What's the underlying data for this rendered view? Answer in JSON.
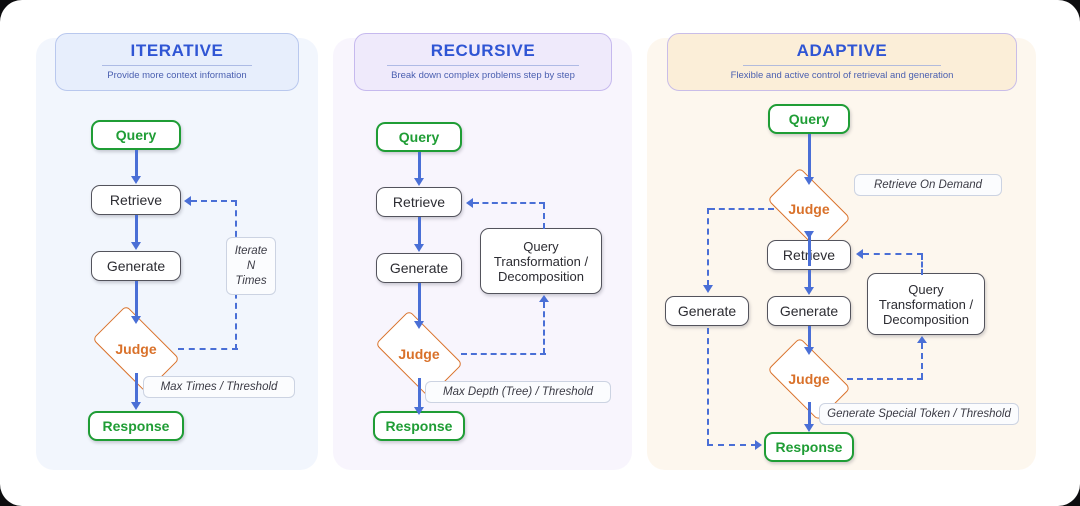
{
  "diagram": {
    "title_visible": false,
    "panels": [
      {
        "id": "iterative",
        "header": {
          "title": "ITERATIVE",
          "subtitle": "Provide more context information"
        },
        "nodes": {
          "query": "Query",
          "retrieve": "Retrieve",
          "generate": "Generate",
          "judge": "Judge",
          "response": "Response"
        },
        "captions": {
          "loop": "Iterate\nN\nTimes",
          "loop_line1": "Iterate",
          "loop_line2": "N",
          "loop_line3": "Times",
          "exit": "Max Times / Threshold"
        }
      },
      {
        "id": "recursive",
        "header": {
          "title": "RECURSIVE",
          "subtitle": "Break down complex problems step by step"
        },
        "nodes": {
          "query": "Query",
          "retrieve": "Retrieve",
          "generate": "Generate",
          "judge": "Judge",
          "response": "Response",
          "transform_line1": "Query",
          "transform_line2": "Transformation /",
          "transform_line3": "Decomposition"
        },
        "captions": {
          "exit": "Max Depth (Tree) / Threshold"
        }
      },
      {
        "id": "adaptive",
        "header": {
          "title": "ADAPTIVE",
          "subtitle": "Flexible and  active control of retrieval and generation"
        },
        "nodes": {
          "query": "Query",
          "judge_top": "Judge",
          "retrieve": "Retrieve",
          "generate_left": "Generate",
          "generate_center": "Generate",
          "judge_bottom": "Judge",
          "response": "Response",
          "transform_line1": "Query",
          "transform_line2": "Transformation /",
          "transform_line3": "Decomposition"
        },
        "captions": {
          "on_demand": "Retrieve On  Demand",
          "exit": "Generate Special Token / Threshold"
        }
      }
    ]
  },
  "colors": {
    "accent_blue": "#2f55d4",
    "arrow_blue": "#4a6fd6",
    "node_green": "#1f9d35",
    "judge_orange": "#d9712a",
    "panel_iterative_bg": "#f2f6fd",
    "panel_recursive_bg": "#f8f5fd",
    "panel_adaptive_bg": "#fdf7ee",
    "page_bg": "#ffffff",
    "outside_bg": "#0d0d0f"
  }
}
